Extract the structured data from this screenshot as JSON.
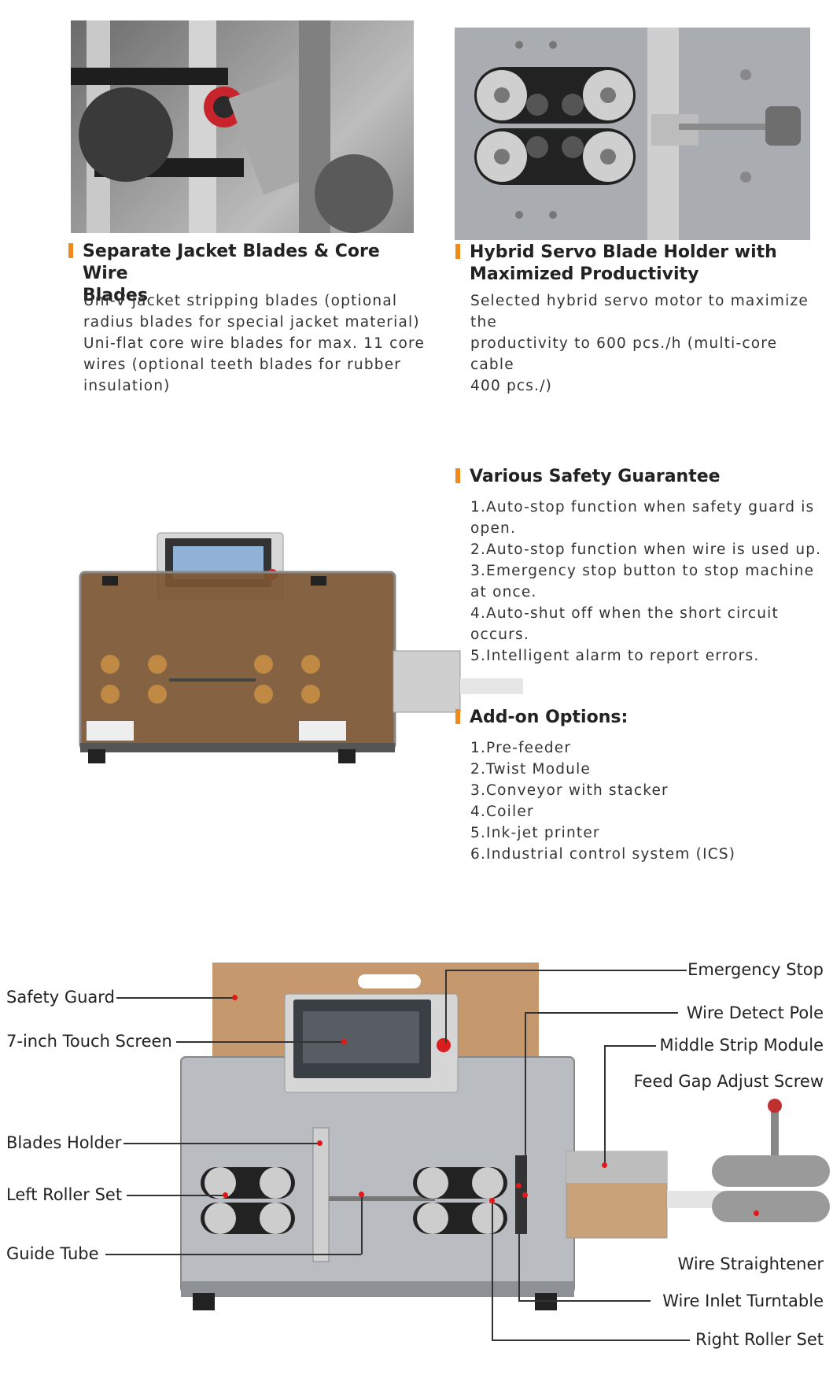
{
  "sections": {
    "blades": {
      "title_line1": "Separate Jacket Blades & Core Wire",
      "title_line2": "Blades",
      "body": [
        "Uni-V jacket stripping blades (optional",
        "radius blades for special jacket material)",
        "Uni-flat core wire blades for max. 11 core",
        "wires (optional teeth blades for rubber",
        "insulation)"
      ]
    },
    "servo": {
      "title_line1": "Hybrid Servo Blade Holder with",
      "title_line2": "Maximized Productivity",
      "body": [
        "Selected hybrid servo motor to maximize the",
        "productivity to 600 pcs./h (multi-core cable",
        "400 pcs./)"
      ]
    },
    "safety": {
      "title": "Various Safety Guarantee",
      "body": [
        "1.Auto-stop function when safety guard is",
        "open.",
        "2.Auto-stop function when wire is used up.",
        "3.Emergency stop button to stop machine",
        "at once.",
        "4.Auto-shut off when the short circuit",
        "occurs.",
        "5.Intelligent alarm to report errors."
      ]
    },
    "addons": {
      "title": "Add-on Options:",
      "items": [
        "1.Pre-feeder",
        "2.Twist Module",
        "3.Conveyor with stacker",
        "4.Coiler",
        "5.Ink-jet printer",
        "6.Industrial control system (ICS)"
      ]
    }
  },
  "labels": {
    "safety_guard": "Safety Guard",
    "touch_screen": "7-inch Touch Screen",
    "blades_holder": "Blades Holder",
    "left_roller": "Left Roller Set",
    "guide_tube": "Guide Tube",
    "emergency_stop": "Emergency Stop",
    "wire_detect": "Wire Detect Pole",
    "middle_strip": "Middle Strip Module",
    "feed_gap": "Feed Gap Adjust Screw",
    "wire_straightener": "Wire Straightener",
    "wire_inlet": "Wire Inlet Turntable",
    "right_roller": "Right Roller Set"
  },
  "colors": {
    "accent": "#f08a1c",
    "marker": "#e01818"
  }
}
